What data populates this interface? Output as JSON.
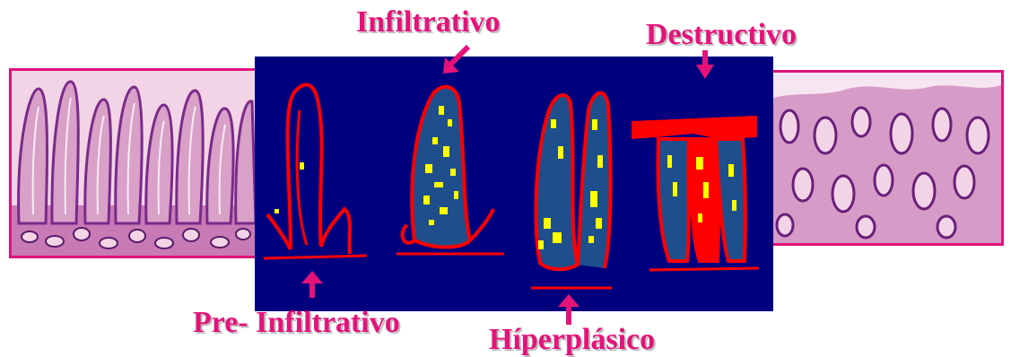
{
  "colors": {
    "label": "#e5127a",
    "panel_background": "#00007f",
    "outline": "#ff0000",
    "infiltrate_fill": "#1e4f8c",
    "lymphocyte_marks": "#ffff00",
    "tissue_border": "#e0127c",
    "tissue_pink": "#e9a9d1",
    "tissue_purple": "#7a2a8a"
  },
  "labels": {
    "infiltrativo": "Infiltrativo",
    "destructivo": "Destructivo",
    "pre_infiltrativo": "Pre- Infiltrativo",
    "hiperplasico": "Híperplásico"
  },
  "images": {
    "left_tissue": "normal-villi-histology",
    "right_tissue": "atrophic-mucosa-histology"
  },
  "stages": [
    "pre-infiltrative",
    "infiltrative",
    "hyperplastic",
    "destructive"
  ]
}
